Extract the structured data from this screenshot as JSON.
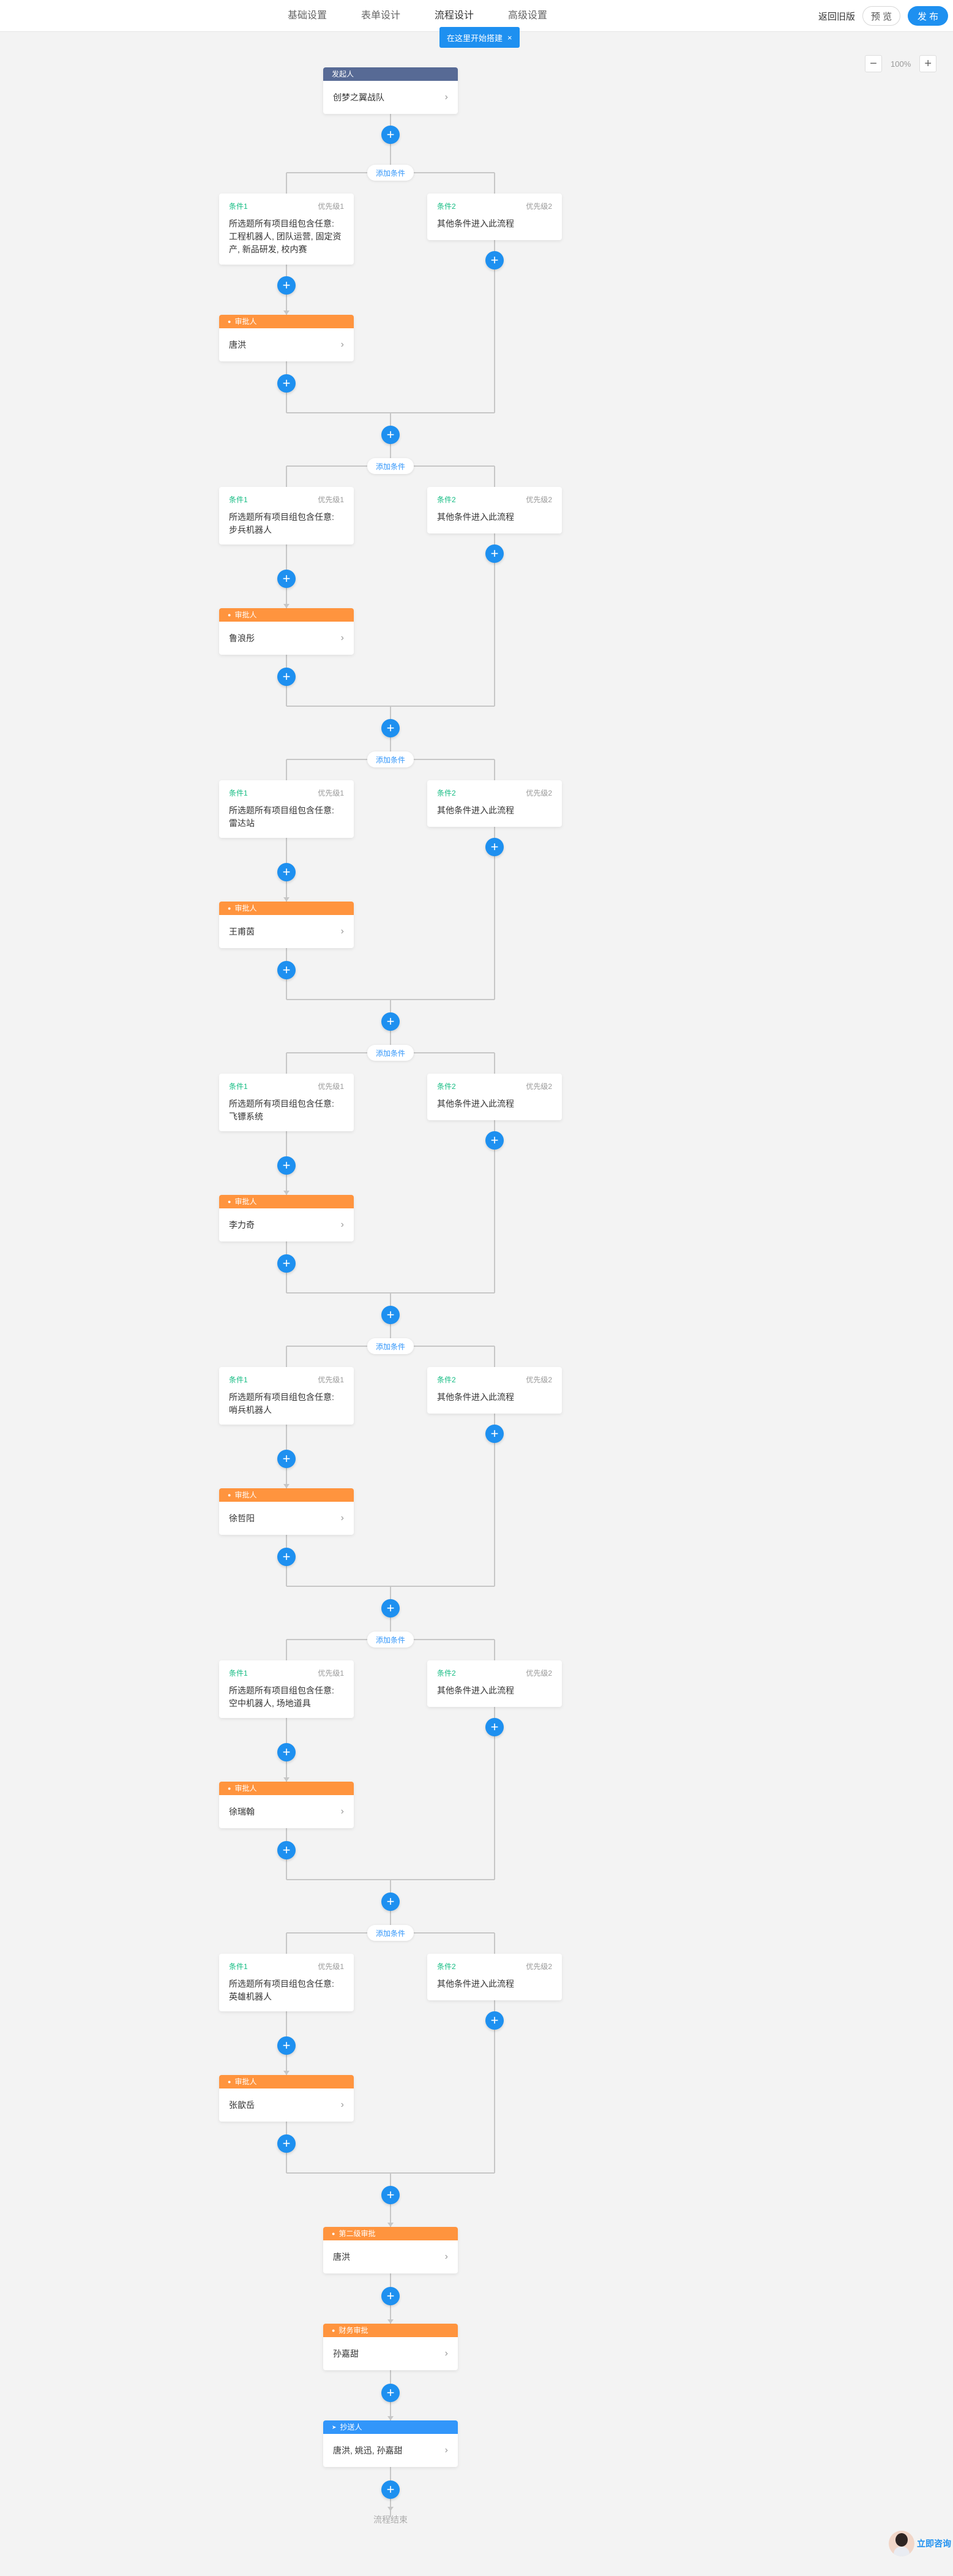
{
  "header": {
    "tabs": [
      "基础设置",
      "表单设计",
      "流程设计",
      "高级设置"
    ],
    "active_tab": 2,
    "back_label": "返回旧版",
    "preview_label": "预 览",
    "publish_label": "发 布",
    "tip": "在这里开始搭建",
    "tip_close": "×"
  },
  "zoom": {
    "minus": "−",
    "value": "100%",
    "plus": "+"
  },
  "start_node": {
    "title": "发起人",
    "value": "创梦之翼战队"
  },
  "add_condition_label": "添加条件",
  "branches": [
    {
      "cond1": {
        "name": "条件1",
        "priority": "优先级1",
        "text": "所选题所有项目组包含任意: 工程机器人, 团队运营, 固定资产, 新品研发, 校内赛"
      },
      "cond2": {
        "name": "条件2",
        "priority": "优先级2",
        "text": "其他条件进入此流程"
      },
      "approver": {
        "title": "审批人",
        "value": "唐洪"
      }
    },
    {
      "cond1": {
        "name": "条件1",
        "priority": "优先级1",
        "text": "所选题所有项目组包含任意: 步兵机器人"
      },
      "cond2": {
        "name": "条件2",
        "priority": "优先级2",
        "text": "其他条件进入此流程"
      },
      "approver": {
        "title": "审批人",
        "value": "鲁浪彤"
      }
    },
    {
      "cond1": {
        "name": "条件1",
        "priority": "优先级1",
        "text": "所选题所有项目组包含任意: 雷达站"
      },
      "cond2": {
        "name": "条件2",
        "priority": "优先级2",
        "text": "其他条件进入此流程"
      },
      "approver": {
        "title": "审批人",
        "value": "王甫茵"
      }
    },
    {
      "cond1": {
        "name": "条件1",
        "priority": "优先级1",
        "text": "所选题所有项目组包含任意: 飞镖系统"
      },
      "cond2": {
        "name": "条件2",
        "priority": "优先级2",
        "text": "其他条件进入此流程"
      },
      "approver": {
        "title": "审批人",
        "value": "李力奇"
      }
    },
    {
      "cond1": {
        "name": "条件1",
        "priority": "优先级1",
        "text": "所选题所有项目组包含任意: 哨兵机器人"
      },
      "cond2": {
        "name": "条件2",
        "priority": "优先级2",
        "text": "其他条件进入此流程"
      },
      "approver": {
        "title": "审批人",
        "value": "徐哲阳"
      }
    },
    {
      "cond1": {
        "name": "条件1",
        "priority": "优先级1",
        "text": "所选题所有项目组包含任意: 空中机器人, 场地道具"
      },
      "cond2": {
        "name": "条件2",
        "priority": "优先级2",
        "text": "其他条件进入此流程"
      },
      "approver": {
        "title": "审批人",
        "value": "徐瑞翰"
      }
    },
    {
      "cond1": {
        "name": "条件1",
        "priority": "优先级1",
        "text": "所选题所有项目组包含任意: 英雄机器人"
      },
      "cond2": {
        "name": "条件2",
        "priority": "优先级2",
        "text": "其他条件进入此流程"
      },
      "approver": {
        "title": "审批人",
        "value": "张歆岳"
      }
    }
  ],
  "final_nodes": [
    {
      "title": "第二级审批",
      "value": "唐洪",
      "color": "orange",
      "icon": "user-icon"
    },
    {
      "title": "财务审批",
      "value": "孙嘉甜",
      "color": "orange",
      "icon": "user-icon"
    },
    {
      "title": "抄送人",
      "value": "唐洪, 姚迅, 孙嘉甜",
      "color": "blue",
      "icon": "send-icon"
    }
  ],
  "end_label": "流程结束",
  "consult_label": "立即咨询",
  "colors": {
    "accent": "#1e90f0",
    "start_head": "#576a95",
    "approver_head": "#ff943e",
    "cc_head": "#3296fa",
    "condition_name": "#15bc83"
  }
}
